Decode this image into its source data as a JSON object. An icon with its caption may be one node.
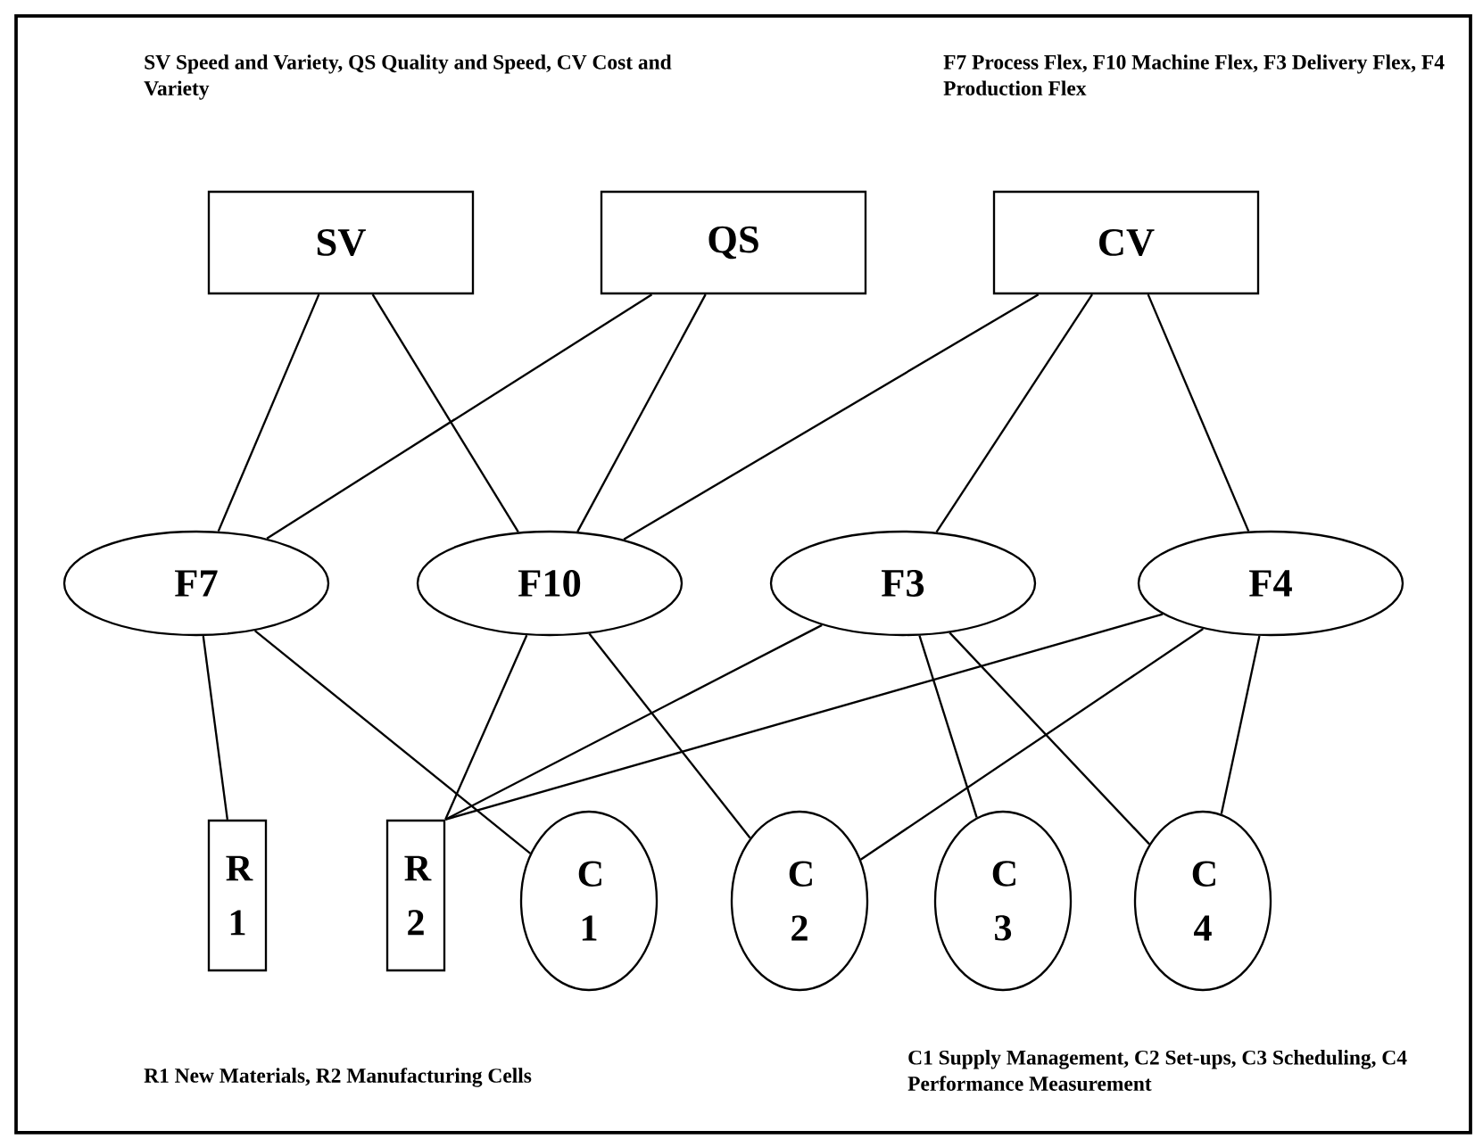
{
  "diagram": {
    "nodes": [
      {
        "text": [
          "SV"
        ]
      },
      {
        "text": [
          "QS"
        ]
      },
      {
        "text": [
          "CV"
        ]
      },
      {
        "text": [
          "F7"
        ]
      },
      {
        "text": [
          "F10"
        ]
      },
      {
        "text": [
          "F3"
        ]
      },
      {
        "text": [
          "F4"
        ]
      },
      {
        "text": [
          "R 1"
        ]
      },
      {
        "text": [
          "R 2"
        ]
      },
      {
        "text": [
          "C 1"
        ]
      },
      {
        "text": [
          "C 2"
        ]
      },
      {
        "text": [
          "C 3"
        ]
      },
      {
        "text": [
          "C 4"
        ]
      }
    ],
    "edges": [
      {
        "from": 0,
        "to": 3,
        "arrow": "none"
      },
      {
        "from": 0,
        "to": 4,
        "arrow": "none"
      },
      {
        "from": 1,
        "to": 3,
        "arrow": "none"
      },
      {
        "from": 1,
        "to": 4,
        "arrow": "none"
      },
      {
        "from": 2,
        "to": 4,
        "arrow": "none"
      },
      {
        "from": 2,
        "to": 5,
        "arrow": "none"
      },
      {
        "from": 2,
        "to": 6,
        "arrow": "none"
      },
      {
        "from": 3,
        "to": 7,
        "arrow": "none"
      },
      {
        "from": 3,
        "to": 9,
        "arrow": "none"
      },
      {
        "from": 4,
        "to": 8,
        "arrow": "none"
      },
      {
        "from": 4,
        "to": 10,
        "arrow": "none"
      },
      {
        "from": 5,
        "to": 8,
        "arrow": "none"
      },
      {
        "from": 5,
        "to": 11,
        "arrow": "none"
      },
      {
        "from": 5,
        "to": 12,
        "arrow": "none"
      },
      {
        "from": 6,
        "to": 8,
        "arrow": "none"
      },
      {
        "from": 6,
        "to": 10,
        "arrow": "none"
      },
      {
        "from": 6,
        "to": 12,
        "arrow": "none"
      }
    ],
    "labels": [
      "SV Speed and Variety, QS Quality and Speed, CV Cost and Variety",
      "F7 Process Flex, F10 Machine Flex, F3 Delivery Flex, F4 Production Flex",
      "R1 New Materials, R2 Manufacturing Cells",
      "C1 Supply Management, C2 Set-ups, C3 Scheduling, C4 Performance Measurement"
    ]
  }
}
